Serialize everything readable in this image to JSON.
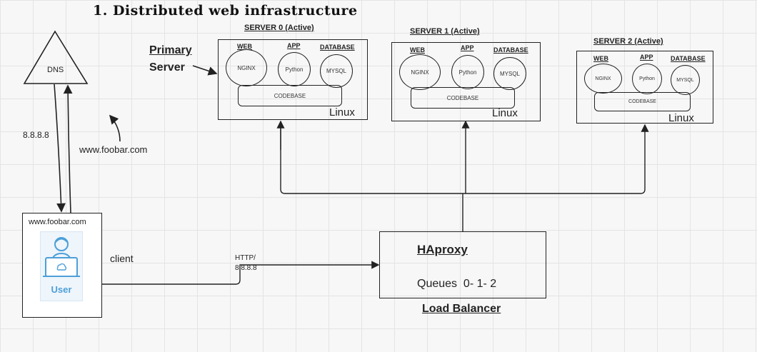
{
  "title": "1. Distributed web infrastructure",
  "dns": {
    "label": "DNS",
    "ip": "8.8.8.8",
    "domain": "www.foobar.com"
  },
  "primary": {
    "line1": "Primary",
    "line2": "Server"
  },
  "servers": [
    {
      "title": "SERVER 0 (Active)",
      "web": "WEB",
      "app": "APP",
      "db": "DATABASE",
      "nginx": "NGINX",
      "python": "Python",
      "mysql": "MYSQL",
      "codebase": "CODEBASE",
      "os": "Linux"
    },
    {
      "title": "SERVER 1 (Active)",
      "web": "WEB",
      "app": "APP",
      "db": "DATABASE",
      "nginx": "NGINX",
      "python": "Python",
      "mysql": "MYSQL",
      "codebase": "CODEBASE",
      "os": "Linux"
    },
    {
      "title": "SERVER 2 (Active)",
      "web": "WEB",
      "app": "APP",
      "db": "DATABASE",
      "nginx": "NGINX",
      "python": "Python",
      "mysql": "MYSQL",
      "codebase": "CODEBASE",
      "os": "Linux"
    }
  ],
  "client_box": {
    "domain": "www.foobar.com",
    "user_label": "User",
    "client_label": "client"
  },
  "http_label": {
    "line1": "HTTP/",
    "line2": "8.8.8.8"
  },
  "lb": {
    "name": "HAproxy",
    "queues": "Queues  0- 1- 2",
    "caption": "Load Balancer"
  },
  "colors": {
    "user_blue": "#4d9fd8"
  }
}
